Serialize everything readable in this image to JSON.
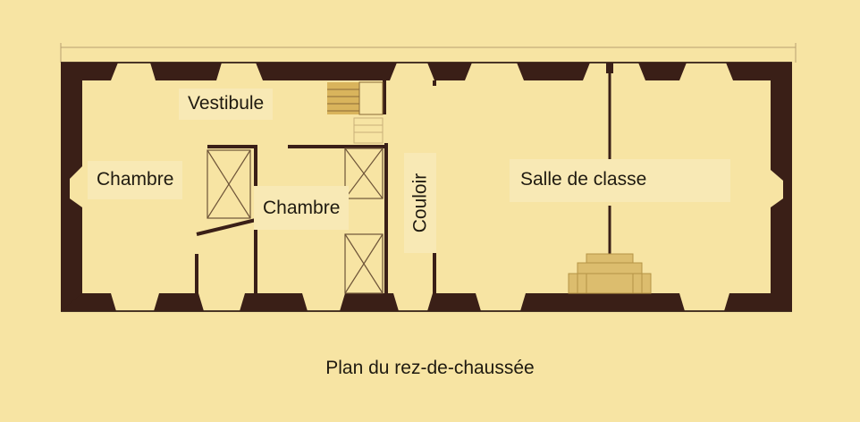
{
  "diagram": {
    "rooms": {
      "vestibule": "Vestibule",
      "chambre_1": "Chambre",
      "chambre_2": "Chambre",
      "couloir": "Couloir",
      "salle_de_classe": "Salle de classe"
    },
    "caption": "Plan du rez-de-chaussée"
  },
  "colors": {
    "paper": "#f7e4a3",
    "wall": "#3a1f17",
    "line": "#4a3626",
    "stair": "#d9b45c",
    "label_bg": "#f8e9b5"
  }
}
